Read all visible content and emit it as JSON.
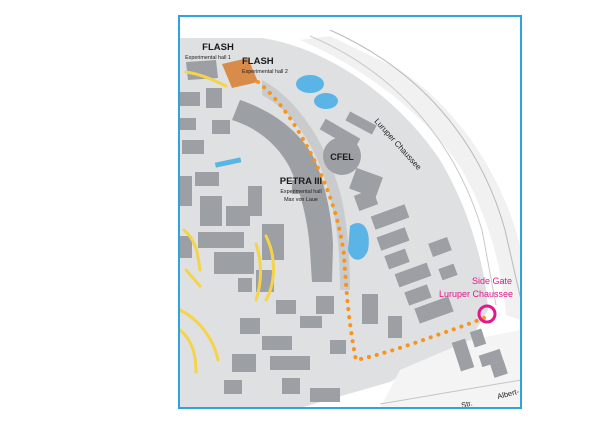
{
  "map": {
    "labels": {
      "flash1_title": "FLASH",
      "flash1_sub": "Experimental hall 1",
      "flash2_title": "FLASH",
      "flash2_sub": "Experimental hall 2",
      "petra_title": "PETRA III",
      "petra_sub1": "Experimental hall",
      "petra_sub2": "Max von Laue",
      "cfel": "CFEL",
      "street_luruper": "Luruper Chaussee",
      "gate_line1": "Side Gate",
      "gate_line2": "Luruper Chaussee",
      "street_albert": "Albert-",
      "street_str": "Str."
    },
    "colors": {
      "frame": "#2ea3dc",
      "route": "#f7941d",
      "gate": "#e6158c",
      "building": "#9c9fa3",
      "ground": "#dfe0e1",
      "water": "#5ab4e5",
      "path": "#f5d34a",
      "hall_flash2": "#d98c4a"
    }
  }
}
